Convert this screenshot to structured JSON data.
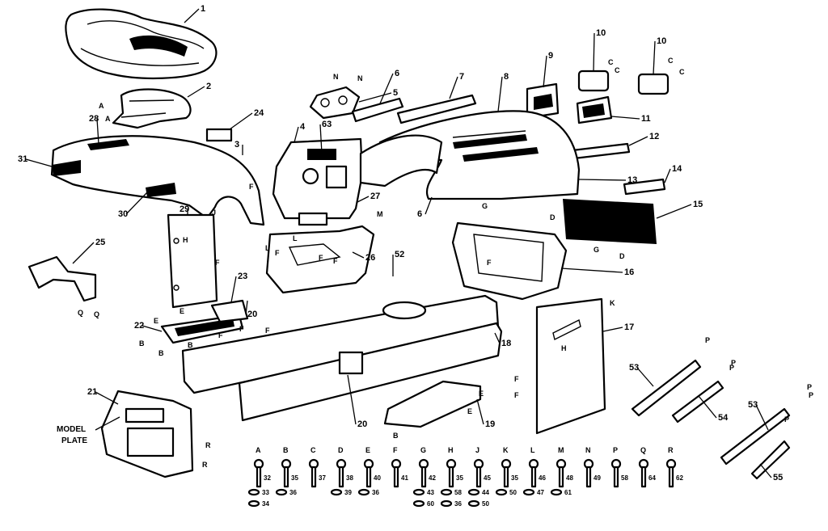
{
  "model_plate_label_line1": "MODEL",
  "model_plate_label_line2": "PLATE",
  "callouts": [
    "1",
    "2",
    "3",
    "4",
    "5",
    "6",
    "7",
    "8",
    "9",
    "10",
    "10",
    "11",
    "12",
    "13",
    "14",
    "15",
    "16",
    "17",
    "18",
    "19",
    "20",
    "20",
    "21",
    "22",
    "23",
    "24",
    "25",
    "26",
    "27",
    "28",
    "29",
    "30",
    "31",
    "52",
    "53",
    "53",
    "54",
    "55",
    "63",
    "6"
  ],
  "hardware": [
    {
      "letter": "A",
      "part": "32",
      "extras": [
        "33",
        "34"
      ]
    },
    {
      "letter": "B",
      "part": "35",
      "extras": [
        "36"
      ]
    },
    {
      "letter": "C",
      "part": "37",
      "extras": []
    },
    {
      "letter": "D",
      "part": "38",
      "extras": [
        "39"
      ]
    },
    {
      "letter": "E",
      "part": "40",
      "extras": [
        "36"
      ]
    },
    {
      "letter": "F",
      "part": "41",
      "extras": []
    },
    {
      "letter": "G",
      "part": "42",
      "extras": [
        "43",
        "60"
      ]
    },
    {
      "letter": "H",
      "part": "35",
      "extras": [
        "58",
        "36"
      ]
    },
    {
      "letter": "J",
      "part": "45",
      "extras": [
        "44",
        "50"
      ]
    },
    {
      "letter": "K",
      "part": "35",
      "extras": [
        "50"
      ]
    },
    {
      "letter": "L",
      "part": "46",
      "extras": [
        "47"
      ]
    },
    {
      "letter": "M",
      "part": "48",
      "extras": [
        "61"
      ]
    },
    {
      "letter": "N",
      "part": "49",
      "extras": []
    },
    {
      "letter": "P",
      "part": "58",
      "extras": []
    },
    {
      "letter": "Q",
      "part": "64",
      "extras": []
    },
    {
      "letter": "R",
      "part": "62",
      "extras": []
    }
  ],
  "point_letters": [
    "A",
    "A",
    "B",
    "B",
    "B",
    "B",
    "C",
    "C",
    "C",
    "C",
    "D",
    "D",
    "E",
    "E",
    "E",
    "E",
    "F",
    "F",
    "F",
    "F",
    "F",
    "F",
    "F",
    "F",
    "F",
    "F",
    "F",
    "G",
    "G",
    "H",
    "H",
    "J",
    "K",
    "L",
    "L",
    "M",
    "N",
    "N",
    "P",
    "P",
    "P",
    "P",
    "P",
    "P",
    "Q",
    "Q",
    "R",
    "R"
  ]
}
